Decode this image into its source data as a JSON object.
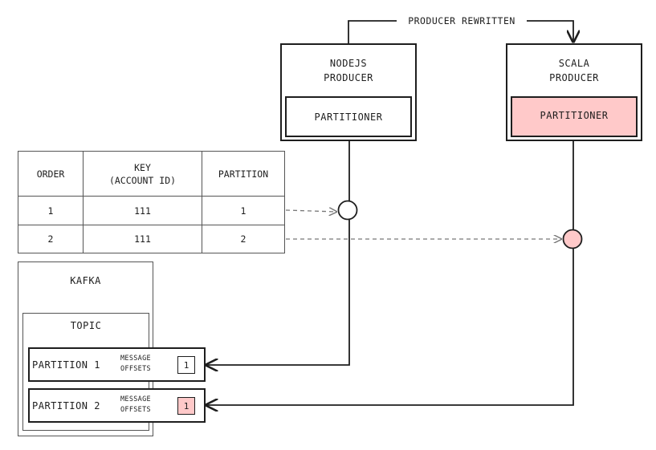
{
  "diagram": {
    "edge_label": "PRODUCER REWRITTEN",
    "producers": [
      {
        "title": "NODEJS\nPRODUCER",
        "component": "PARTITIONER",
        "highlight": false
      },
      {
        "title": "SCALA\nPRODUCER",
        "component": "PARTITIONER",
        "highlight": true
      }
    ],
    "table": {
      "headers": [
        "ORDER",
        "KEY\n(ACCOUNT ID)",
        "PARTITION"
      ],
      "rows": [
        [
          "1",
          "111",
          "1"
        ],
        [
          "2",
          "111",
          "2"
        ]
      ]
    },
    "kafka": {
      "title": "KAFKA",
      "topic": "TOPIC",
      "partitions": [
        {
          "name": "PARTITION 1",
          "offsets_label": "MESSAGE\nOFFSETS",
          "offset": "1",
          "highlight": false
        },
        {
          "name": "PARTITION 2",
          "offsets_label": "MESSAGE\nOFFSETS",
          "offset": "1",
          "highlight": true
        }
      ]
    },
    "colors": {
      "highlight": "#ffc9c9",
      "stroke": "#1e1e1e",
      "dashed": "#777777"
    }
  }
}
